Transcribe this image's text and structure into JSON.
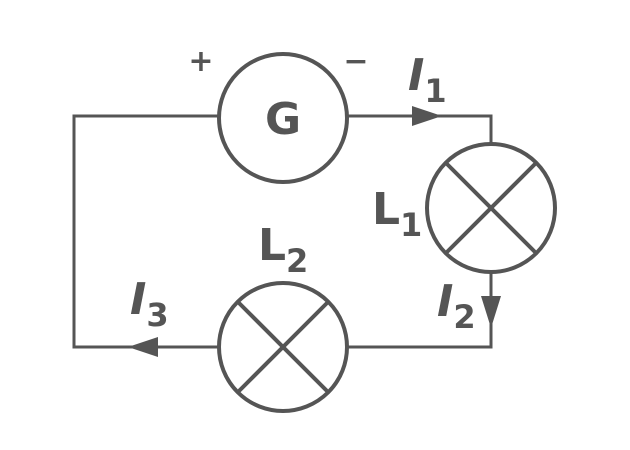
{
  "generator": {
    "label": "G",
    "plus": "+",
    "minus": "−"
  },
  "lamps": [
    {
      "name": "L",
      "index": "1"
    },
    {
      "name": "L",
      "index": "2"
    }
  ],
  "currents": [
    {
      "name": "I",
      "index": "1"
    },
    {
      "name": "I",
      "index": "2"
    },
    {
      "name": "I",
      "index": "3"
    }
  ],
  "colors": {
    "stroke": "#555555",
    "background": "#ffffff"
  }
}
